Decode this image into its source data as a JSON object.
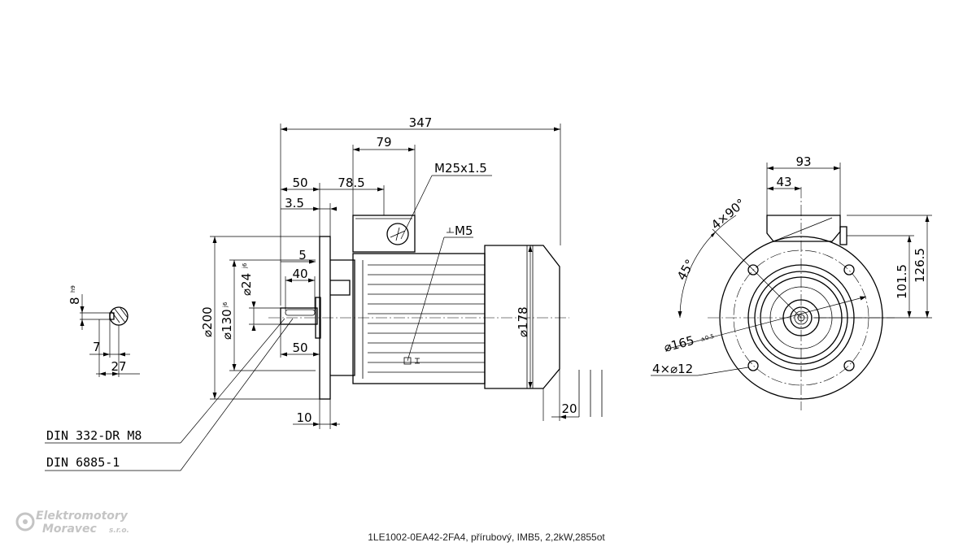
{
  "caption": "1LE1002-0EA42-2FA4, přírubový, IMB5, 2,2kW,2855ot",
  "logo": {
    "line1": "Elektromotory",
    "line2": "Moravec",
    "line3": "s.r.o."
  },
  "side_view": {
    "overall_length": "347",
    "terminal_box_length": "79",
    "terminal_box_offset": "78.5",
    "shaft_length": "50",
    "flange_gap": "3.5",
    "cable_gland": "M25x1.5",
    "earth_thread": "M5",
    "key_offset": "5",
    "key_length": "40",
    "shaft_bottom_length": "50",
    "flange_thickness": "10",
    "fan_cover_offset": "20",
    "shaft_diameter": "⌀24",
    "shaft_tolerance": "j6",
    "spigot_diameter": "⌀130",
    "spigot_tolerance": "j6",
    "flange_diameter": "⌀200",
    "frame_diameter": "⌀178",
    "standard_1": "DIN 332-DR M8",
    "standard_2": "DIN 6885-1"
  },
  "shaft_section": {
    "key_width": "8",
    "key_width_tolerance": "h9",
    "key_depth": "7",
    "section_height": "27"
  },
  "end_view": {
    "box_width": "93",
    "box_half": "43",
    "bolt_pattern": "4×90°",
    "angle": "45°",
    "pcd": "⌀165",
    "pcd_tolerance": "±0.5",
    "holes": "4×⌀12",
    "height_1": "101.5",
    "height_2": "126.5"
  }
}
